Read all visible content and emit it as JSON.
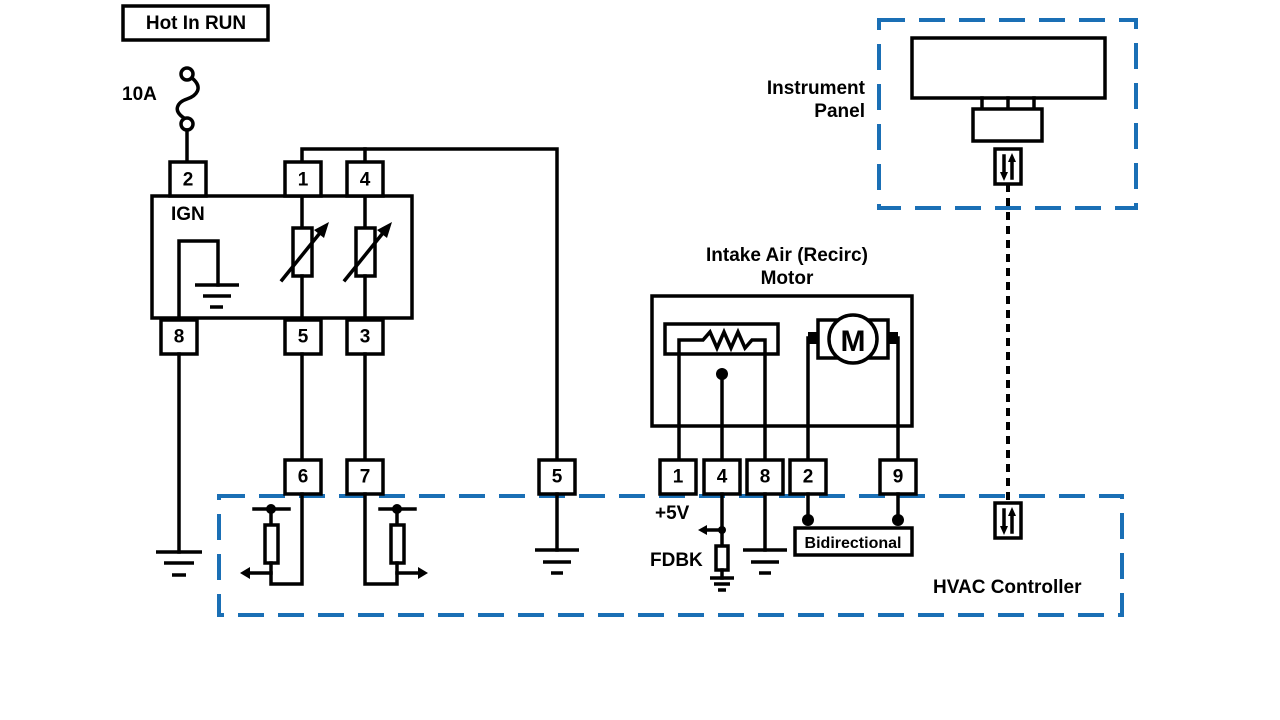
{
  "diagram": {
    "title_box": "Hot In RUN",
    "fuse": {
      "label": "10A",
      "icon": "fuse-icon"
    },
    "ign_module": {
      "label": "IGN",
      "top_pins": [
        "2",
        "1",
        "4"
      ],
      "bottom_pins": [
        "8",
        "5",
        "3"
      ],
      "icons": [
        "ground-icon",
        "variable-resistor-icon",
        "variable-resistor-icon"
      ]
    },
    "hvac_pins_left": [
      "6",
      "7",
      "5"
    ],
    "motor": {
      "title_line1": "Intake Air (Recirc)",
      "title_line2": "Motor",
      "motor_symbol": "M",
      "pins": [
        "1",
        "4",
        "8",
        "2",
        "9"
      ]
    },
    "labels": {
      "plus5v": "+5V",
      "fdbk": "FDBK",
      "bidirectional": "Bidirectional",
      "hvac_controller": "HVAC Controller",
      "instrument_panel_line1": "Instrument",
      "instrument_panel_line2": "Panel"
    },
    "colors": {
      "wire": "#000000",
      "module_boundary": "#1a6fb5",
      "background": "#ffffff"
    }
  }
}
